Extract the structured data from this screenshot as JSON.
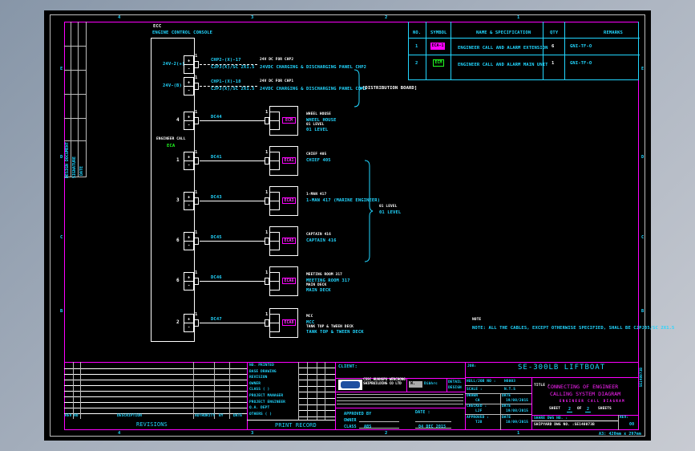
{
  "ruler": {
    "columns": [
      "4",
      "3",
      "2",
      "1"
    ],
    "rows": [
      "E",
      "D",
      "C",
      "B"
    ]
  },
  "left_strip": {
    "labels": [
      "DESIGN DOCUMENT",
      "SIGNATURE",
      "DATE"
    ]
  },
  "console": {
    "code": "ECC",
    "title": "ENGINE CONTROL CONSOLE",
    "ec_code": "ECA",
    "ec_caption": "ENGINEER CALL"
  },
  "supply": [
    {
      "label": "24V-2(+)",
      "term": "1",
      "cable": "CHP2-(X)-17",
      "cable_spec": "CJPJ(X)/SC 2X1.5",
      "dest_cn": "24V DC FOR CHP2",
      "dest": "24VDC CHARGING & DISCHARGING PANEL CHP2"
    },
    {
      "label": "24V-(B)",
      "term": "1",
      "cable": "CHP1-(X)-18",
      "cable_spec": "CJPJ(X)/SC 2X1.5",
      "dest_cn": "24V DC FOR CHP1",
      "dest": "24VDC CHARGING & DISCHARGING PANEL CHP1"
    }
  ],
  "supply_group": "[DISTRIBUTION BOARD]",
  "circuits": [
    {
      "num": "4",
      "cable": "DC44",
      "tag": "ECM",
      "loc_cn": "WHEEL HOUSE",
      "loc": "WHEEL HOUSE",
      "level_cn": "01 LEVEL",
      "level": "01 LEVEL"
    },
    {
      "num": "1",
      "cable": "DC41",
      "tag": "ECA1",
      "loc_cn": "CHIEF 405",
      "loc": "CHIEF 405",
      "level_cn": "",
      "level": ""
    },
    {
      "num": "3",
      "cable": "DC43",
      "tag": "ECA3",
      "loc_cn": "1-MAN 417",
      "loc": "1-MAN 417 (MARINE ENGINEER)",
      "level_cn": "",
      "level": ""
    },
    {
      "num": "6",
      "cable": "DC45",
      "tag": "ECA5",
      "loc_cn": "CAPTAIN 416",
      "loc": "CAPTAIN 416",
      "level_cn": "",
      "level": ""
    },
    {
      "num": "6",
      "cable": "DC46",
      "tag": "ECA6",
      "loc_cn": "MEETING ROOM 317",
      "loc": "MEETING ROOM 317",
      "level_cn": "MAIN DECK",
      "level": "MAIN DECK"
    },
    {
      "num": "2",
      "cable": "DC47",
      "tag": "ECA8",
      "loc_cn": "MCC",
      "loc": "MCC",
      "level_cn": "TANK TOP & TWEEN DECK",
      "level": "TANK TOP & TWEEN DECK"
    }
  ],
  "bracket_group": {
    "cn": "01 LEVEL",
    "label": "01 LEVEL"
  },
  "note": {
    "cn": "NOTE",
    "text": "NOTE: ALL THE CABLES, EXCEPT OTHERWISE SPECIFIED, SHALL BE CJPJ85/SC 2X1.5"
  },
  "legend": {
    "headers": {
      "no": "NO.",
      "symbol": "SYMBOL",
      "name": "NAME & SPECIFICATION",
      "qty": "QTY",
      "remarks": "REMARKS"
    },
    "rows": [
      {
        "no": "1",
        "symbol": "ECA-1",
        "name": "ENGINEER CALL AND ALARM EXTENSION",
        "qty": "6",
        "remarks": "GNI-TF-O"
      },
      {
        "no": "2",
        "symbol": "ECM",
        "name": "ENGINEER CALL AND ALARM MAIN UNIT",
        "qty": "1",
        "remarks": "GNI-TF-O"
      }
    ]
  },
  "revisions": {
    "headers": [
      "REV",
      "NO",
      "DESCRIPTION",
      "AUTHORITY",
      "BY",
      "DATE"
    ],
    "title": "REVISIONS"
  },
  "print_record": {
    "items": [
      "NO. PRINTED",
      "BASE DRAWING",
      "REVISION",
      "OWNER",
      "CLASS (          )",
      "PROJECT MANAGER",
      "PROJECT ENGINEER",
      "Q.A. DEPT",
      "OTHERS (          )"
    ],
    "title": "PRINT RECORD"
  },
  "client": {
    "label": "CLIENT:",
    "company": "CSSC HUANGPU WENCHONG SHIPBUILDING CO LTD",
    "design_label": "DETAIL DESIGN",
    "stamp": "W.",
    "approved_by": "APPROVED BY",
    "date_label": "DATE :",
    "owner_label": "OWNER",
    "class_label": "CLASS",
    "class_value": "ABS",
    "date_value": "04 DEC 2015"
  },
  "title_block": {
    "job_label": "JOB:",
    "job": "SE-300LB LIFTBOAT",
    "hull_label": "HULL/JOB NO :",
    "hull": "H6003",
    "scale_label": "SCALE :",
    "scale": "N.T.S",
    "drawn_label": "DRAWN",
    "drawn": "CA",
    "drawn_date_label": "DATE",
    "drawn_date": "19/08/2015",
    "checked_label": "CHECKED :",
    "checked": "LJF",
    "checked_date_label": "DATE",
    "checked_date": "19/08/2015",
    "approved_label": "APPROVED :",
    "approved": "TJB",
    "approved_date_label": "DATE",
    "approved_date": "10/09/2015",
    "title_label": "TITLE :",
    "title_1": "CONNECTING OF ENGINEER",
    "title_2": "CALLING SYSTEM DIAGRAM",
    "title_cn": "ENGINEER CALL DIAGRAM",
    "sheet_label": "SHEET",
    "sheet": "2",
    "of": "OF",
    "sheets": "2",
    "sheets_label": "SHEETS",
    "share_label": "SHARE DWG NO. :",
    "share": "SHIPYARD DWG NO. :SE148073B",
    "rev_label": "REV:",
    "rev": "00",
    "paper": "A3: 420mm x 297mm",
    "side": "SE148073B"
  }
}
